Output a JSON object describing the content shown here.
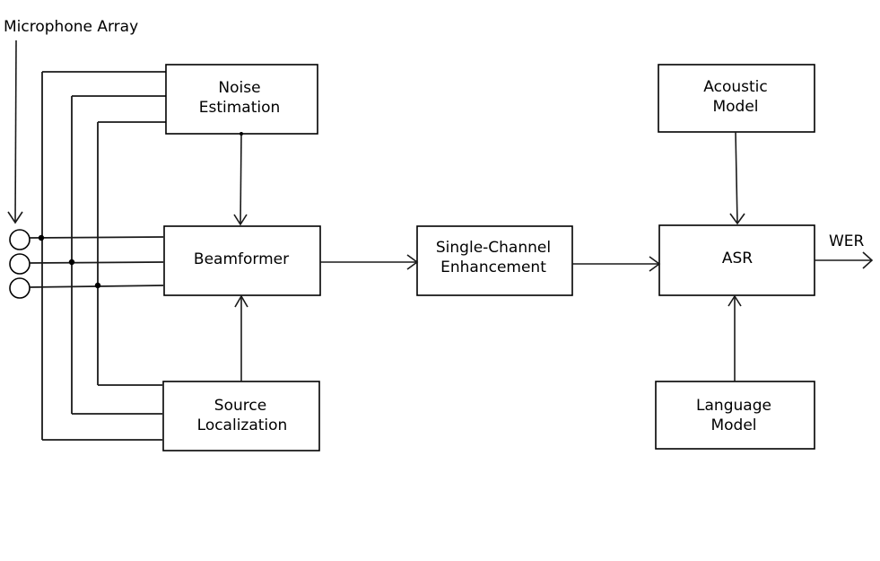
{
  "labels": {
    "microphone_array": "Microphone Array",
    "wer": "WER"
  },
  "blocks": {
    "noise_estimation": [
      "Noise",
      "Estimation"
    ],
    "beamformer": [
      "Beamformer"
    ],
    "source_localization": [
      "Source",
      "Localization"
    ],
    "single_channel_enhancement": [
      "Single-Channel",
      "Enhancement"
    ],
    "acoustic_model": [
      "Acoustic",
      "Model"
    ],
    "asr": [
      "ASR"
    ],
    "language_model": [
      "Language",
      "Model"
    ]
  },
  "colors": {
    "stroke": "#000000",
    "background": "#ffffff"
  }
}
